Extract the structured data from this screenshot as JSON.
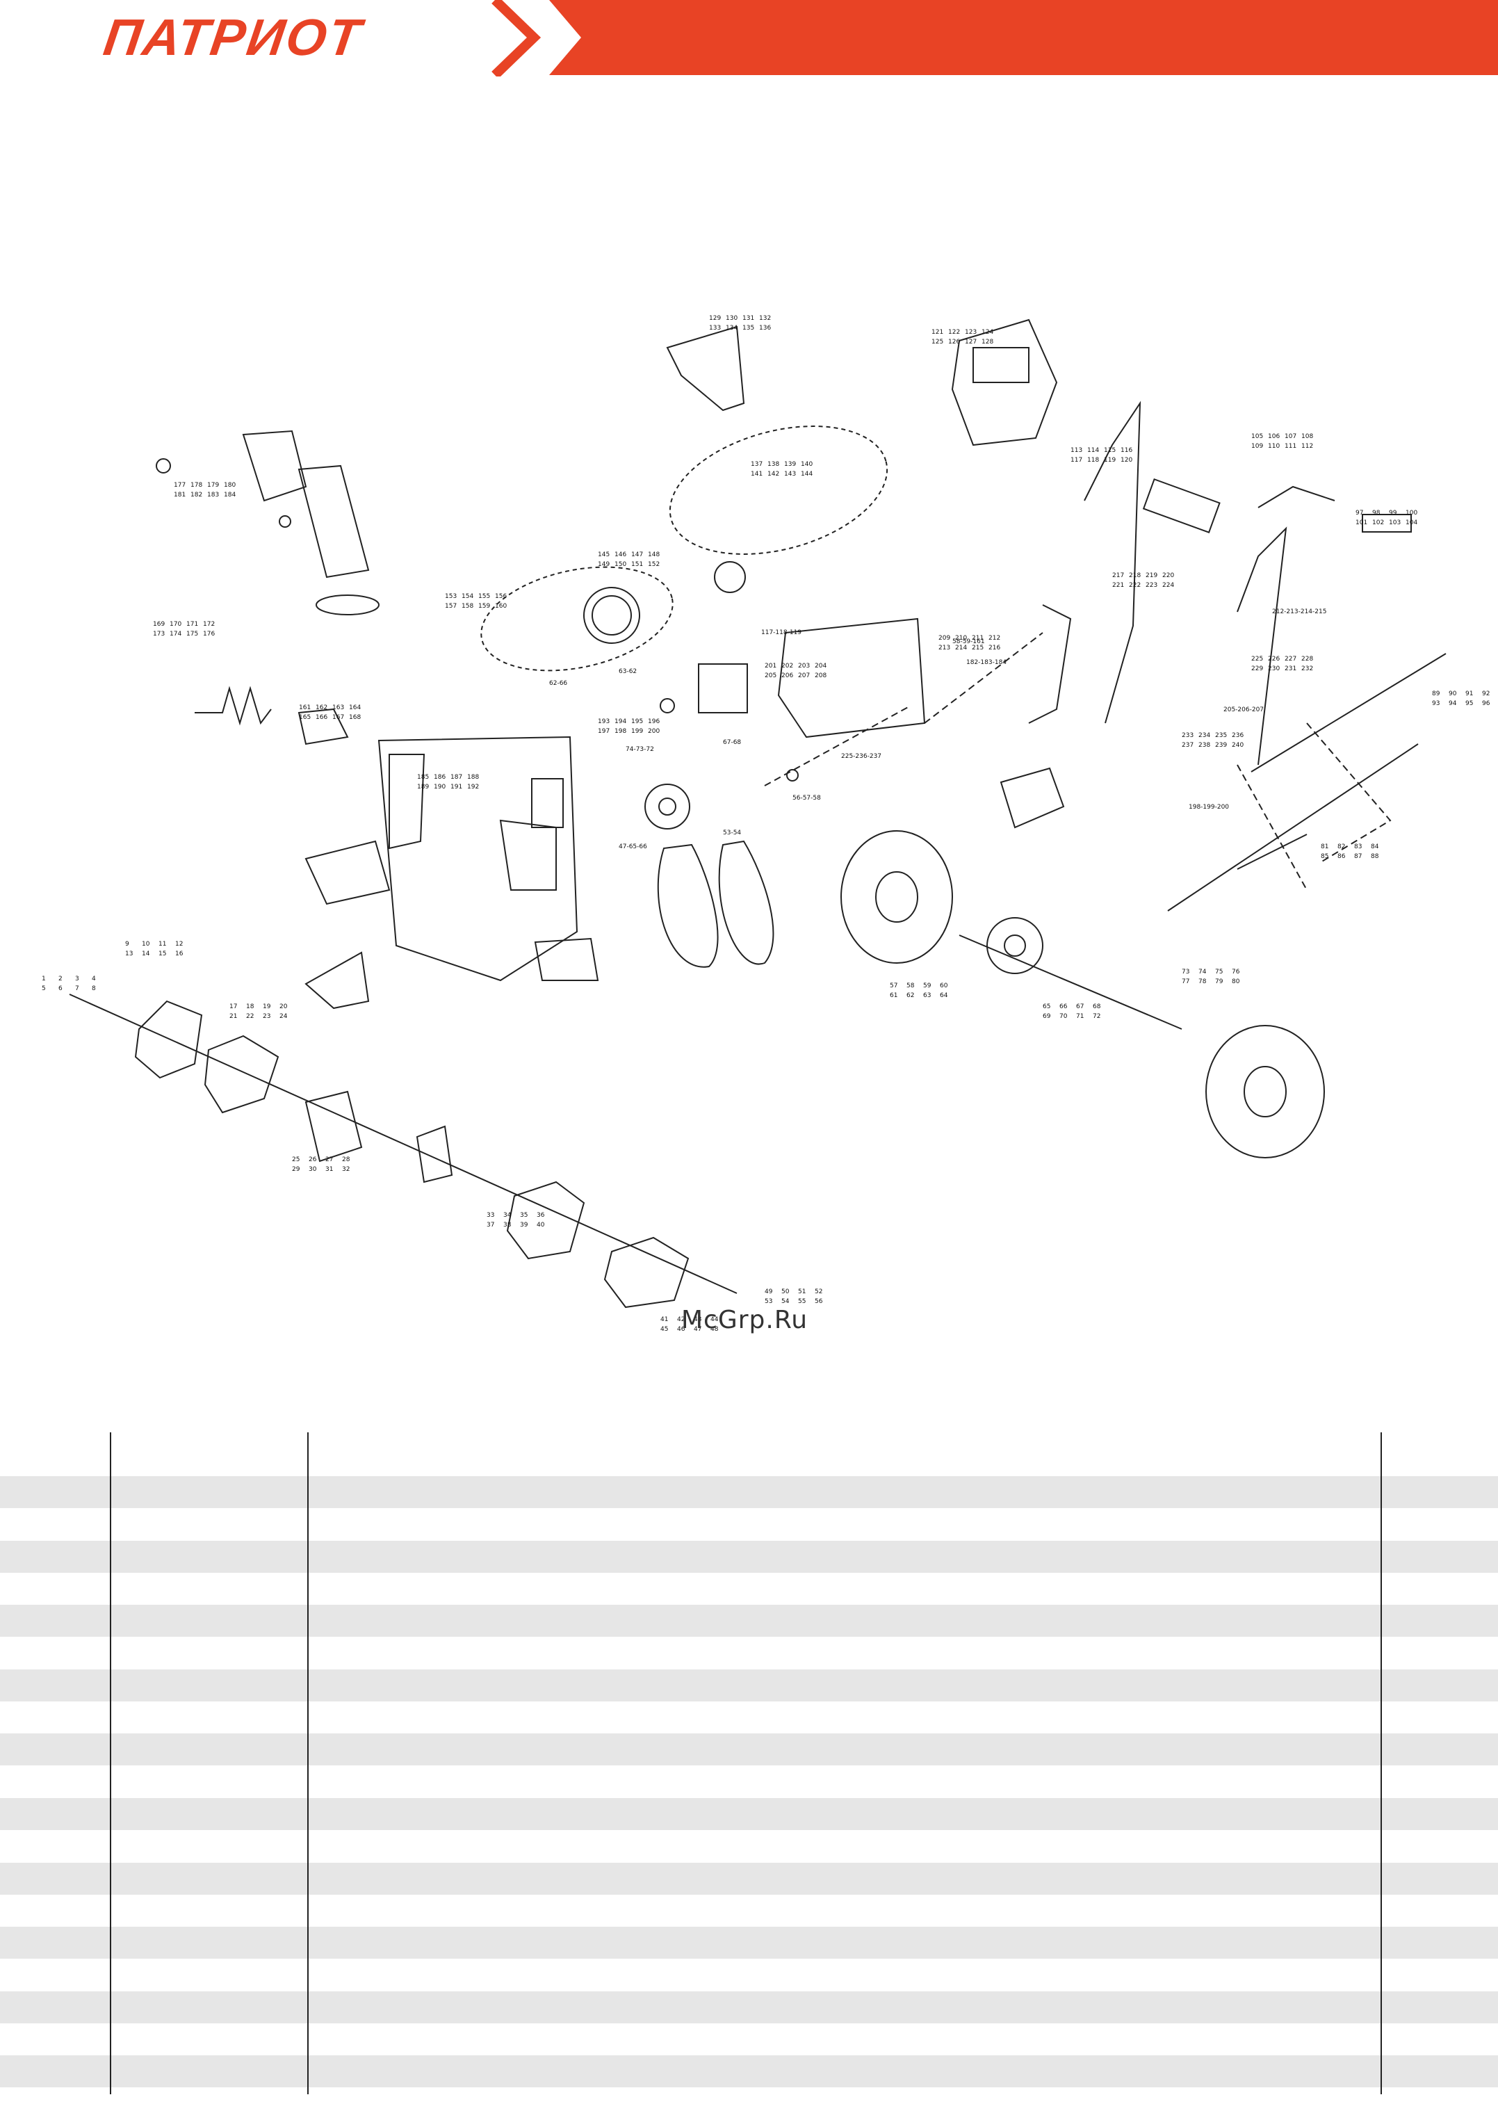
{
  "brand": {
    "logo_text": "ПАТРИОТ",
    "accent_color": "#e84325"
  },
  "watermark": "McGrp.Ru",
  "diagram": {
    "part_numbers": [
      "1",
      "2",
      "3",
      "4",
      "5",
      "6",
      "7",
      "8",
      "9",
      "10",
      "11",
      "12",
      "13",
      "14",
      "15",
      "16",
      "17",
      "18",
      "19",
      "20",
      "21",
      "22",
      "23",
      "24",
      "25",
      "26",
      "27",
      "28",
      "29",
      "30",
      "31",
      "32",
      "33",
      "34",
      "35",
      "36",
      "37",
      "38",
      "39",
      "40",
      "41",
      "42",
      "43",
      "44",
      "45",
      "46",
      "47",
      "48",
      "49",
      "50",
      "51",
      "52",
      "53",
      "54",
      "55",
      "56",
      "57",
      "58",
      "59",
      "60",
      "61",
      "62",
      "63",
      "64",
      "65",
      "66",
      "67",
      "68",
      "69",
      "70",
      "71",
      "72",
      "73",
      "74",
      "75",
      "76",
      "77",
      "78",
      "79",
      "80",
      "81",
      "82",
      "83",
      "84",
      "85",
      "86",
      "87",
      "88",
      "89",
      "90",
      "91",
      "92",
      "93",
      "94",
      "95",
      "96",
      "97",
      "98",
      "99",
      "100",
      "101",
      "102",
      "103",
      "104",
      "105",
      "106",
      "107",
      "108",
      "109",
      "110",
      "111",
      "112",
      "113",
      "114",
      "115",
      "116",
      "117",
      "118",
      "119",
      "120",
      "121",
      "122",
      "123",
      "124",
      "125",
      "126",
      "127",
      "128",
      "129",
      "130",
      "131",
      "132",
      "133",
      "134",
      "135",
      "136",
      "137",
      "138",
      "139",
      "140",
      "141",
      "142",
      "143",
      "144",
      "145",
      "146",
      "147",
      "148",
      "149",
      "150",
      "151",
      "152",
      "153",
      "154",
      "155",
      "156",
      "157",
      "158",
      "159",
      "160",
      "161",
      "162",
      "163",
      "164",
      "165",
      "166",
      "167",
      "168",
      "169",
      "170",
      "171",
      "172",
      "173",
      "174",
      "175",
      "176",
      "177",
      "178",
      "179",
      "180",
      "181",
      "182",
      "183",
      "184",
      "185",
      "186",
      "187",
      "188",
      "189",
      "190",
      "191",
      "192",
      "193",
      "194",
      "195",
      "196",
      "197",
      "198",
      "199",
      "200",
      "201",
      "202",
      "203",
      "204",
      "205",
      "206",
      "207",
      "208",
      "209",
      "210",
      "211",
      "212",
      "213",
      "214",
      "215",
      "216",
      "217",
      "218",
      "219",
      "220",
      "221",
      "222",
      "223",
      "224",
      "225",
      "226",
      "227",
      "228",
      "229",
      "230",
      "231",
      "232",
      "233",
      "234",
      "235",
      "236",
      "237",
      "238",
      "239",
      "240"
    ],
    "grouped_labels": [
      "212-213-214-215",
      "205-206-207",
      "198-199-200",
      "225-236-237",
      "182-183-184",
      "117-118-119",
      "58-59-161",
      "47-65-66",
      "56-57-58",
      "74-73-72",
      "62-66",
      "63-62",
      "53-54",
      "67-68"
    ]
  },
  "table": {
    "rows": 20
  }
}
